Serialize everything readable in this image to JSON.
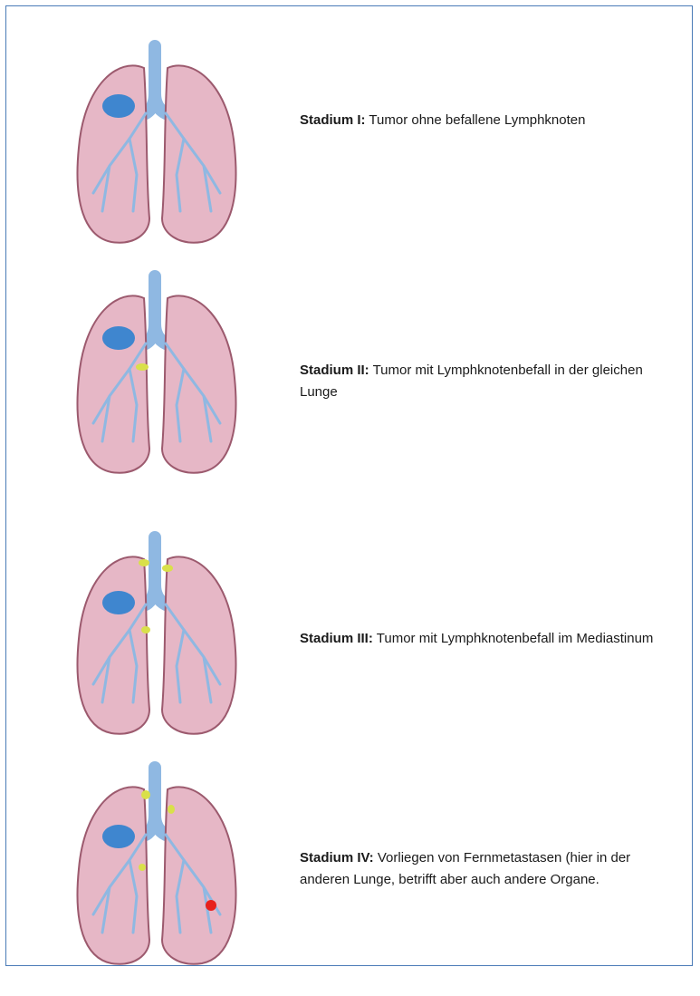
{
  "colors": {
    "frame_border": "#4a7bb7",
    "lung_fill": "#e6b7c6",
    "lung_edge": "#9c5a6e",
    "airway": "#8fb8e2",
    "tumor": "#3f86cf",
    "lymph_node": "#d9e04a",
    "metastasis": "#e8201c"
  },
  "stages": [
    {
      "label": "Stadium I:",
      "text": "Tumor ohne befallene Lymphknoten",
      "icons": [
        "lungs-icon",
        "tumor-icon"
      ]
    },
    {
      "label": "Stadium II:",
      "text": "Tumor mit Lymphknotenbefall in der gleichen Lunge",
      "icons": [
        "lungs-icon",
        "tumor-icon",
        "lymph-node-icon"
      ]
    },
    {
      "label": "Stadium III:",
      "text": "Tumor mit Lymphknotenbefall im Mediastinum",
      "icons": [
        "lungs-icon",
        "tumor-icon",
        "lymph-node-icon"
      ]
    },
    {
      "label": "Stadium IV:",
      "text": "Vorliegen von Fernmetastasen (hier in der anderen Lunge, betrifft aber auch andere Organe.",
      "icons": [
        "lungs-icon",
        "tumor-icon",
        "lymph-node-icon",
        "metastasis-icon"
      ]
    }
  ]
}
